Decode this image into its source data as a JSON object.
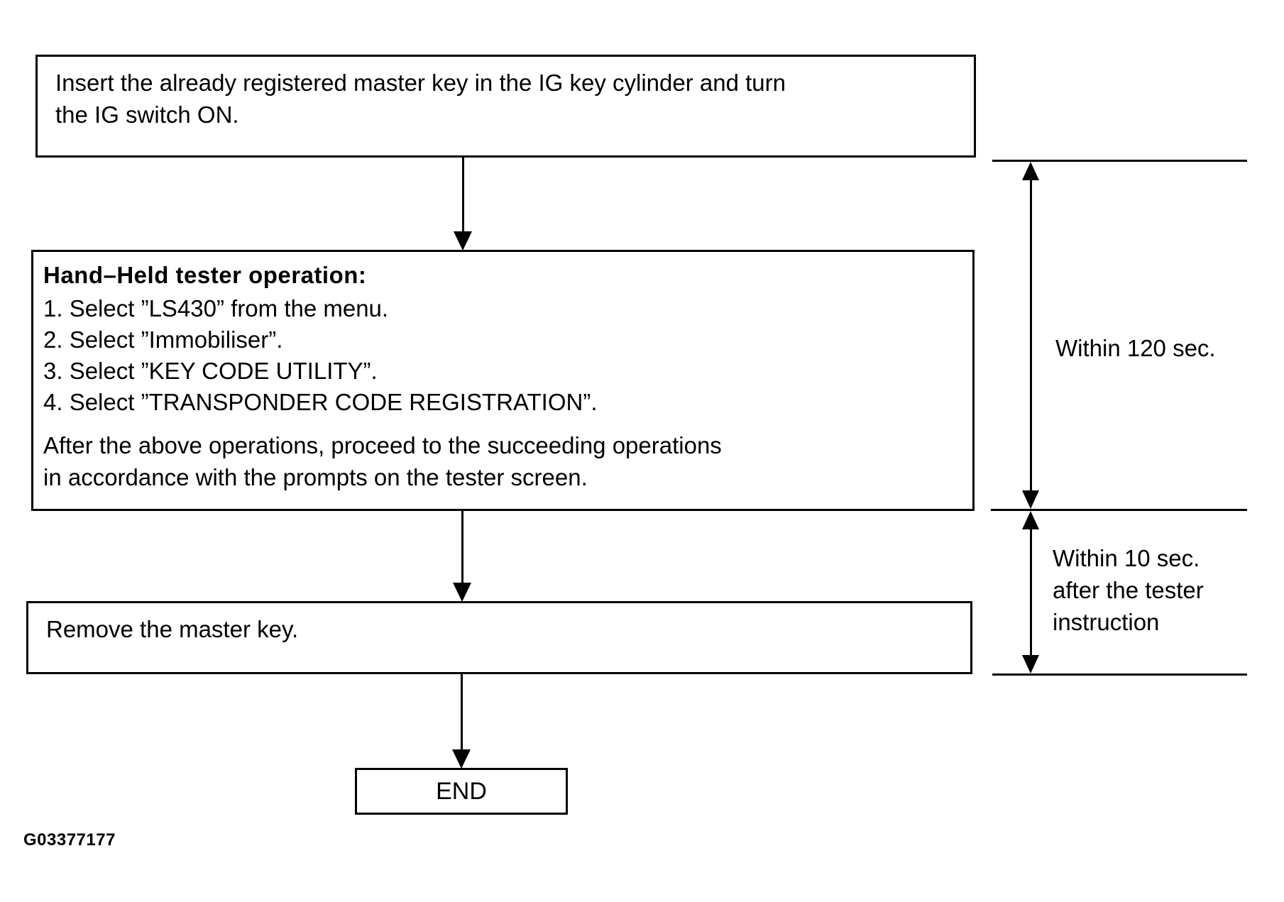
{
  "page": {
    "background": "#ffffff",
    "line_color": "#000000"
  },
  "boxes": {
    "insert_key": {
      "lines": [
        "Insert the already registered master key in the IG key cylinder and turn",
        "the IG switch ON."
      ]
    },
    "tester": {
      "heading": "Hand–Held tester operation:",
      "steps": [
        "1. Select ”LS430” from the menu.",
        "2. Select ”Immobiliser”.",
        "3. Select ”KEY CODE UTILITY”.",
        "4. Select ”TRANSPONDER CODE REGISTRATION”."
      ],
      "note_lines": [
        "After the above operations, proceed to the succeeding operations",
        "in accordance with the prompts on the tester screen."
      ]
    },
    "remove_key": {
      "text": "Remove the master key."
    },
    "end": {
      "label": "END"
    }
  },
  "annotations": {
    "within_120": "Within 120 sec.",
    "within_10_lines": [
      "Within 10 sec.",
      "after the tester",
      "instruction"
    ]
  },
  "figure_id": "G03377177"
}
